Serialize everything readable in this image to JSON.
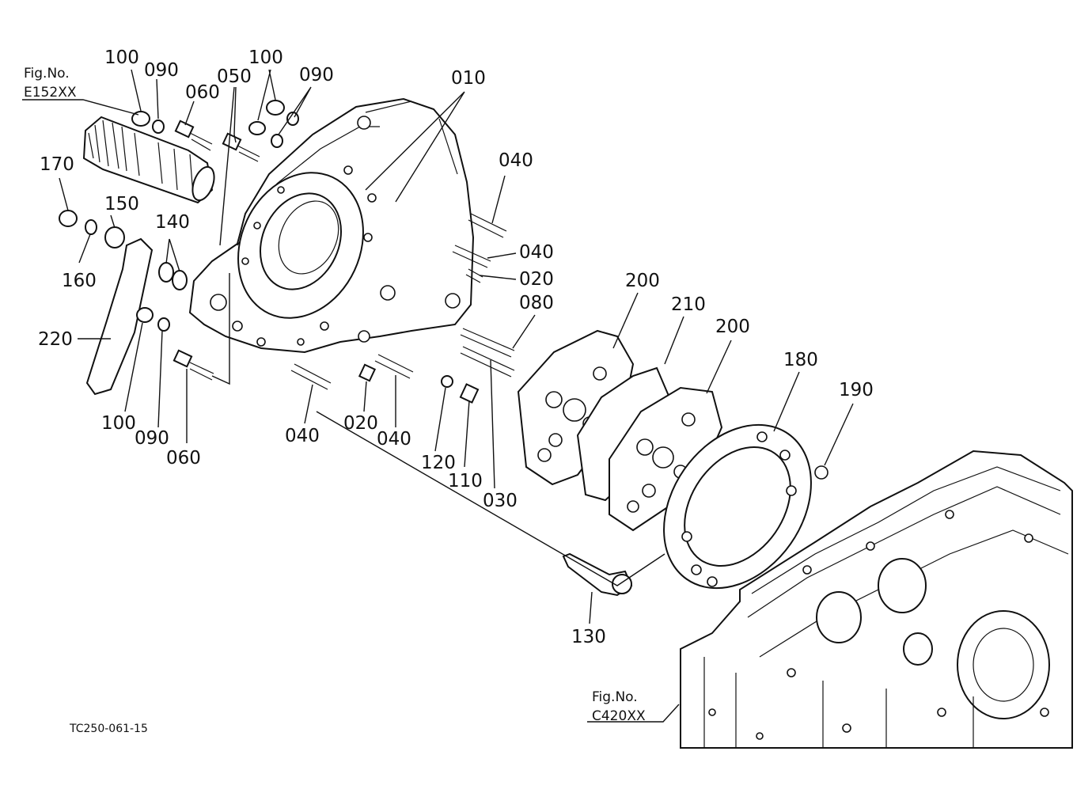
{
  "figure_refs": [
    {
      "label": "Fig.No.",
      "code": "E152XX"
    },
    {
      "label": "Fig.No.",
      "code": "C420XX"
    }
  ],
  "drawing_code": "TC250-061-15",
  "callouts": [
    "100",
    "090",
    "060",
    "050",
    "100",
    "090",
    "010",
    "170",
    "150",
    "140",
    "040",
    "040",
    "020",
    "160",
    "080",
    "220",
    "200",
    "210",
    "200",
    "180",
    "190",
    "100",
    "090",
    "060",
    "040",
    "020",
    "040",
    "120",
    "110",
    "030",
    "130"
  ]
}
